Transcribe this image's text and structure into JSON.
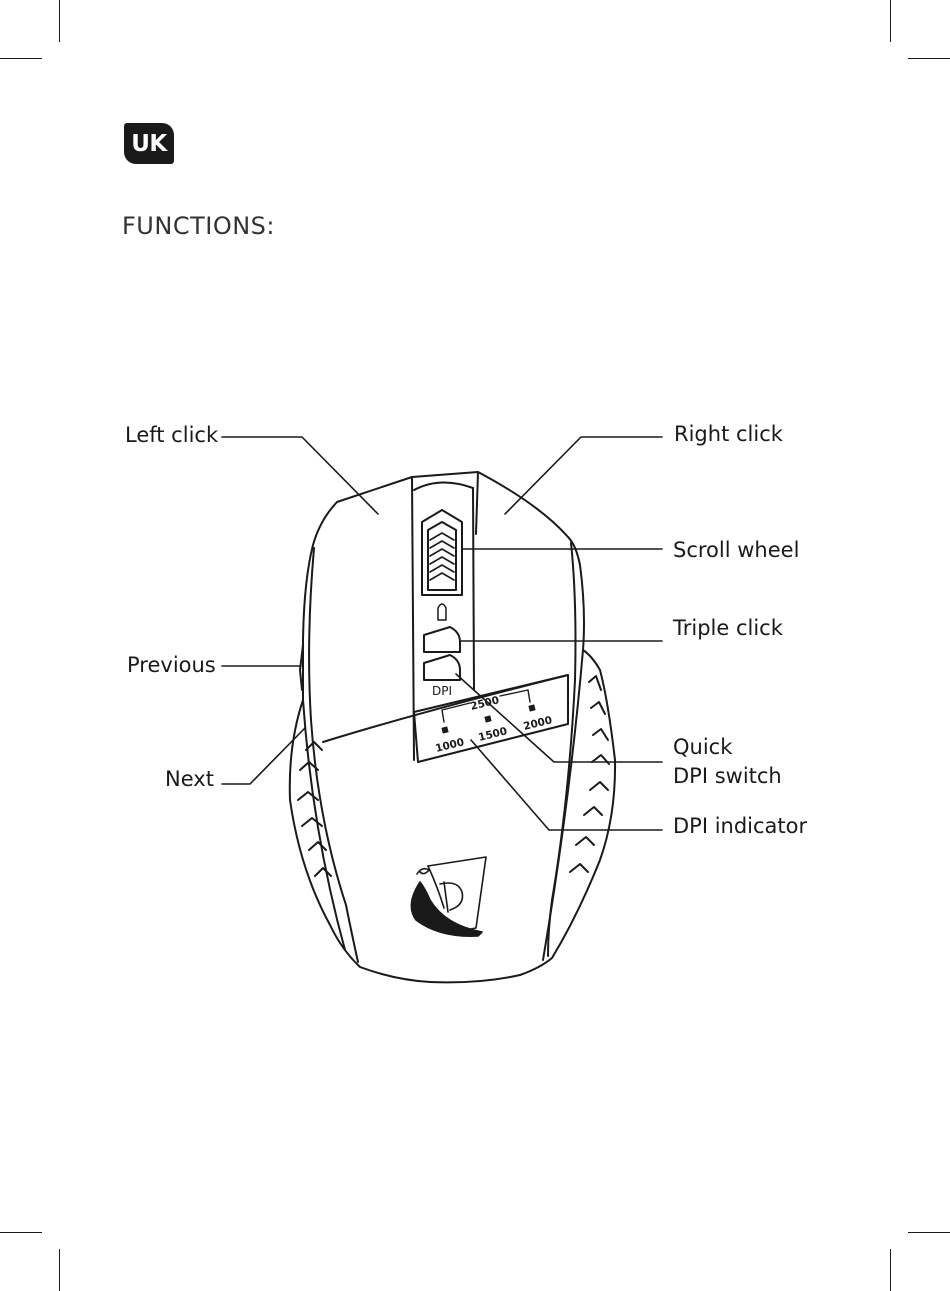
{
  "header": {
    "language_badge": "UK",
    "title": "FUNCTIONS:"
  },
  "callouts": {
    "left_click": "Left click",
    "right_click": "Right click",
    "scroll_wheel": "Scroll wheel",
    "triple_click": "Triple click",
    "previous": "Previous",
    "next": "Next",
    "quick_dpi_switch_line1": "Quick",
    "quick_dpi_switch_line2": "DPI switch",
    "dpi_indicator": "DPI indicator"
  },
  "mouse": {
    "dpi_button_label": "DPI",
    "dpi_levels": [
      "1000",
      "1500",
      "2000",
      "2500"
    ]
  },
  "colors": {
    "ink": "#1a1a1a",
    "background": "#ffffff"
  },
  "icons": {
    "logo": "viking-ship-logo",
    "side_buttons": "chevron-up-icon"
  }
}
